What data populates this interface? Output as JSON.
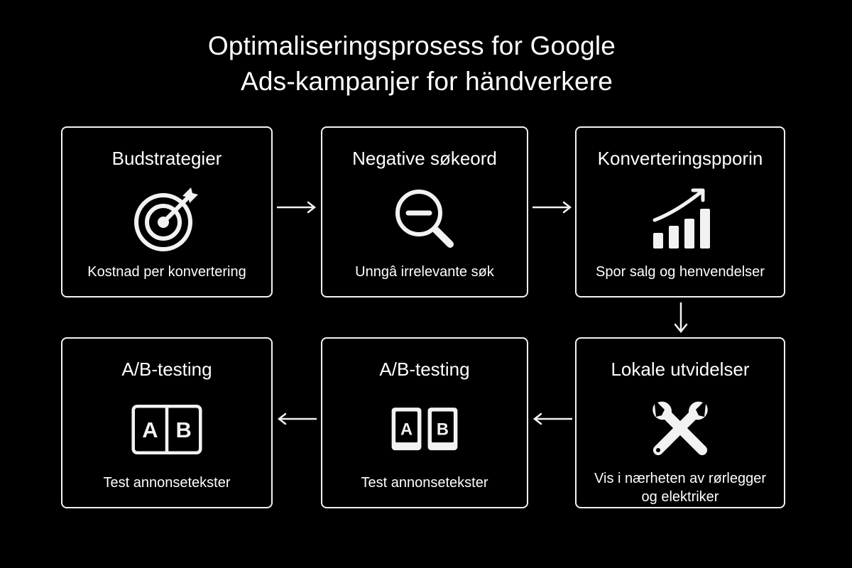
{
  "title": {
    "line1": "Optimaliseringsprosess for Google",
    "line2": "Ads-kampanjer for händverkere"
  },
  "steps": [
    {
      "title": "Budstrategier",
      "subtitle": "Kostnad per konvertering",
      "icon": "target-icon"
    },
    {
      "title": "Negative søkeord",
      "subtitle": "Unngâ irrelevante søk",
      "icon": "search-minus-icon"
    },
    {
      "title": "Konverteringspporin",
      "subtitle": "Spor salg og henvendelser",
      "icon": "bar-chart-growth-icon"
    },
    {
      "title": "Lokale utvidelser",
      "subtitle_line1": "Vis i nærheten av rørlegger",
      "subtitle_line2": "og elektriker",
      "icon": "tools-icon"
    },
    {
      "title": "A/B-testing",
      "subtitle": "Test annonsetekster",
      "icon": "ab-test-icon",
      "icon_a": "A",
      "icon_b": "B"
    },
    {
      "title": "A/B-testing",
      "subtitle": "Test annonsetekster",
      "icon": "ab-test-icon",
      "icon_a": "A",
      "icon_b": "B"
    }
  ],
  "flow": [
    "right",
    "right",
    "down",
    "left",
    "left"
  ],
  "colors": {
    "background": "#000000",
    "foreground": "#f2f2f2"
  }
}
